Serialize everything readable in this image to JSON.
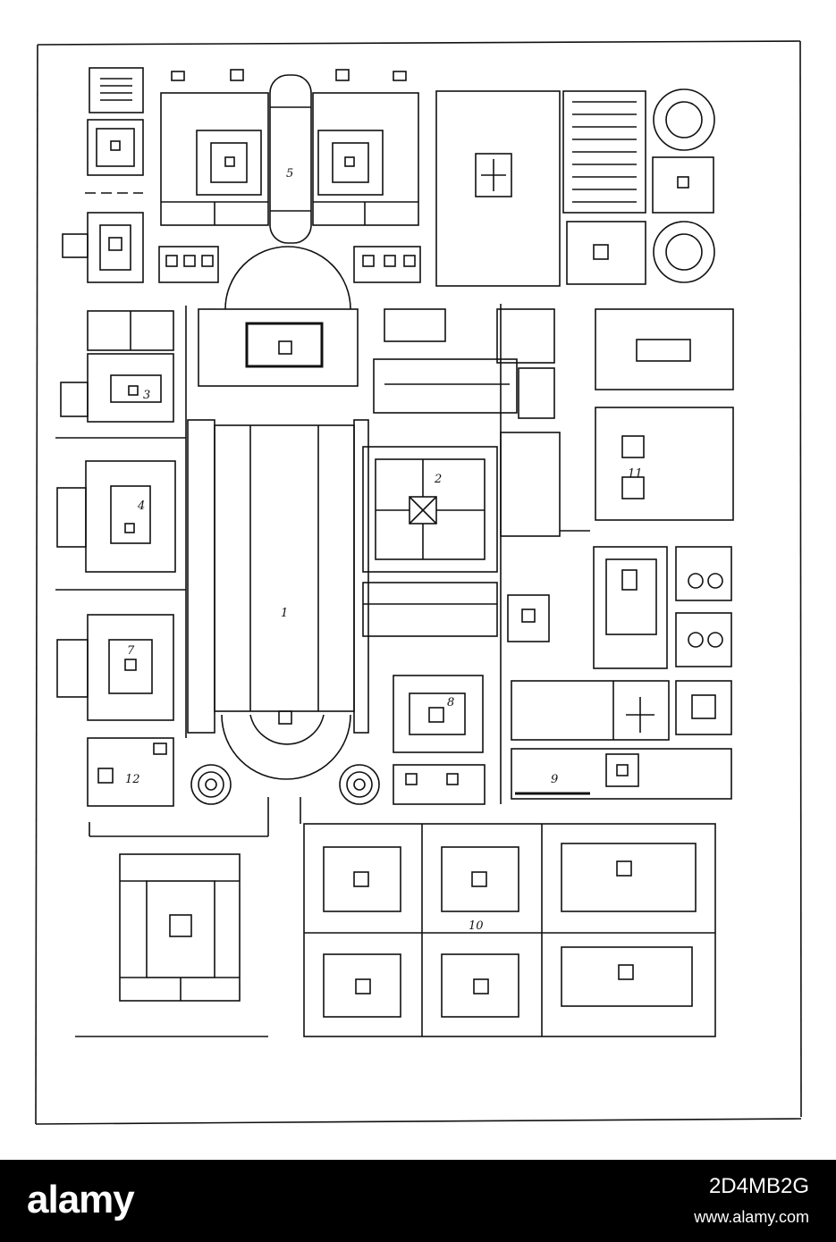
{
  "plan": {
    "labels": [
      "1",
      "2",
      "3",
      "4",
      "5",
      "7",
      "8",
      "9",
      "10",
      "11",
      "12"
    ],
    "line_color": "#111111",
    "paper_color": "#ffffff"
  },
  "footer": {
    "brand": "alamy",
    "image_id": "2D4MB2G",
    "url": "www.alamy.com",
    "background": "#000000",
    "text_color": "#ffffff"
  }
}
